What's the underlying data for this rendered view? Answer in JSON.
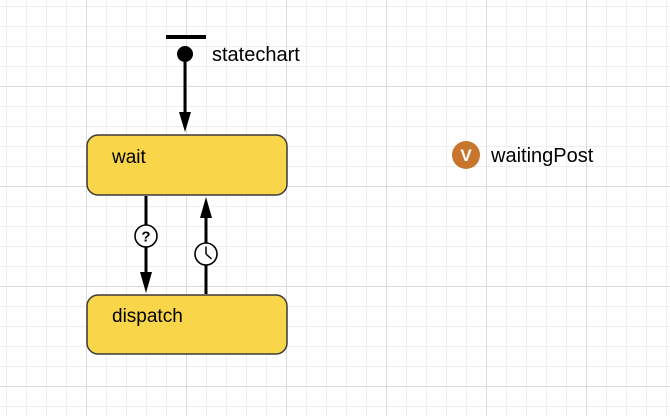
{
  "statechart": {
    "label": "statechart"
  },
  "states": {
    "wait": {
      "label": "wait"
    },
    "dispatch": {
      "label": "dispatch"
    }
  },
  "transitions": {
    "wait_to_dispatch": {
      "trigger_glyph": "?",
      "trigger_icon": "condition-icon"
    },
    "dispatch_to_wait": {
      "trigger_icon": "clock-icon"
    }
  },
  "variable": {
    "badge_letter": "V",
    "name": "waitingPost",
    "badge_color": "#c8762e"
  },
  "colors": {
    "state_fill": "#f9d54a",
    "state_stroke": "#3a3a3a"
  }
}
